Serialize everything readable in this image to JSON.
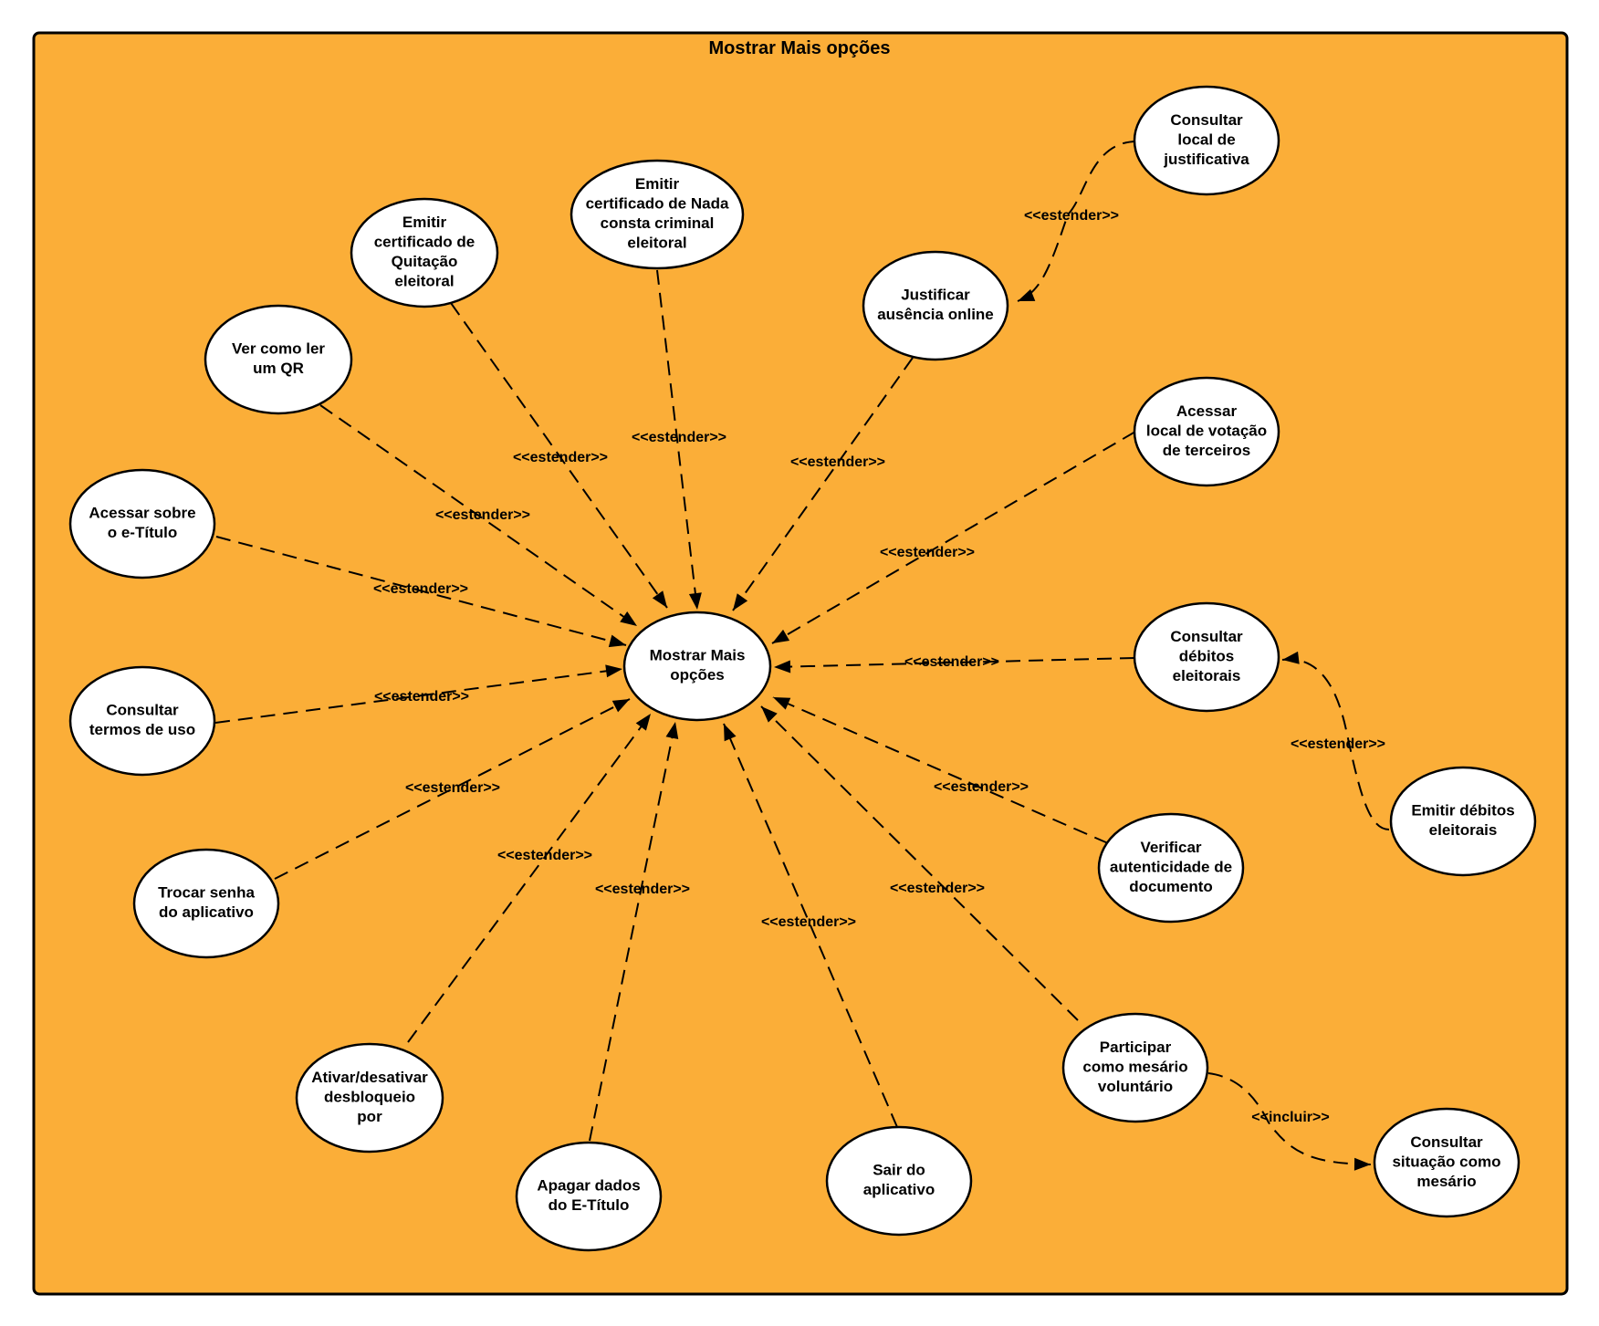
{
  "diagram": {
    "title": "Mostrar Mais opções",
    "colors": {
      "system_fill": "#fbae38",
      "stroke": "#000000",
      "ellipse_fill": "#ffffff"
    },
    "use_cases": [
      {
        "id": "mostrar",
        "lines": [
          "Mostrar Mais",
          "opções"
        ]
      },
      {
        "id": "consultar-justificativa",
        "lines": [
          "Consultar",
          "local de",
          "justificativa"
        ]
      },
      {
        "id": "nada-consta",
        "lines": [
          "Emitir",
          "certificado de Nada",
          "consta criminal",
          "eleitoral"
        ]
      },
      {
        "id": "quitacao",
        "lines": [
          "Emitir",
          "certificado de",
          "Quitação",
          "eleitoral"
        ]
      },
      {
        "id": "justificar",
        "lines": [
          "Justificar",
          "ausência online"
        ]
      },
      {
        "id": "qr",
        "lines": [
          "Ver como ler",
          "um QR"
        ]
      },
      {
        "id": "acessar-terceiros",
        "lines": [
          "Acessar",
          "local de votação",
          "de terceiros"
        ]
      },
      {
        "id": "sobre",
        "lines": [
          "Acessar sobre",
          "o e-Título"
        ]
      },
      {
        "id": "debitos",
        "lines": [
          "Consultar",
          "débitos",
          "eleitorais"
        ]
      },
      {
        "id": "termos",
        "lines": [
          "Consultar",
          "termos de uso"
        ]
      },
      {
        "id": "emitir-debitos",
        "lines": [
          "Emitir débitos",
          "eleitorais"
        ]
      },
      {
        "id": "verificar",
        "lines": [
          "Verificar",
          "autenticidade de",
          "documento"
        ]
      },
      {
        "id": "senha",
        "lines": [
          "Trocar senha",
          "do aplicativo"
        ]
      },
      {
        "id": "ativar",
        "lines": [
          "Ativar/desativar",
          "desbloqueio",
          "por"
        ]
      },
      {
        "id": "mesario",
        "lines": [
          "Participar",
          "como mesário",
          "voluntário"
        ]
      },
      {
        "id": "apagar",
        "lines": [
          "Apagar dados",
          "do E-Título"
        ]
      },
      {
        "id": "sair",
        "lines": [
          "Sair do",
          "aplicativo"
        ]
      },
      {
        "id": "situacao",
        "lines": [
          "Consultar",
          "situação como",
          "mesário"
        ]
      }
    ],
    "relations": [
      {
        "from": "consultar-justificativa",
        "to": "justificar",
        "label": "<<estender>>"
      },
      {
        "from": "nada-consta",
        "to": "mostrar",
        "label": "<<estender>>"
      },
      {
        "from": "quitacao",
        "to": "mostrar",
        "label": "<<estender>>"
      },
      {
        "from": "justificar",
        "to": "mostrar",
        "label": "<<estender>>"
      },
      {
        "from": "qr",
        "to": "mostrar",
        "label": "<<estender>>"
      },
      {
        "from": "acessar-terceiros",
        "to": "mostrar",
        "label": "<<estender>>"
      },
      {
        "from": "sobre",
        "to": "mostrar",
        "label": "<<estender>>"
      },
      {
        "from": "debitos",
        "to": "mostrar",
        "label": "<<estender>>"
      },
      {
        "from": "termos",
        "to": "mostrar",
        "label": "<<estender>>"
      },
      {
        "from": "emitir-debitos",
        "to": "debitos",
        "label": "<<estender>>"
      },
      {
        "from": "verificar",
        "to": "mostrar",
        "label": "<<estender>>"
      },
      {
        "from": "senha",
        "to": "mostrar",
        "label": "<<estender>>"
      },
      {
        "from": "ativar",
        "to": "mostrar",
        "label": "<<estender>>"
      },
      {
        "from": "mesario",
        "to": "mostrar",
        "label": "<<estender>>"
      },
      {
        "from": "apagar",
        "to": "mostrar",
        "label": "<<estender>>"
      },
      {
        "from": "sair",
        "to": "mostrar",
        "label": "<<estender>>"
      },
      {
        "from": "mesario",
        "to": "situacao",
        "label": "<<incluir>>"
      }
    ]
  }
}
